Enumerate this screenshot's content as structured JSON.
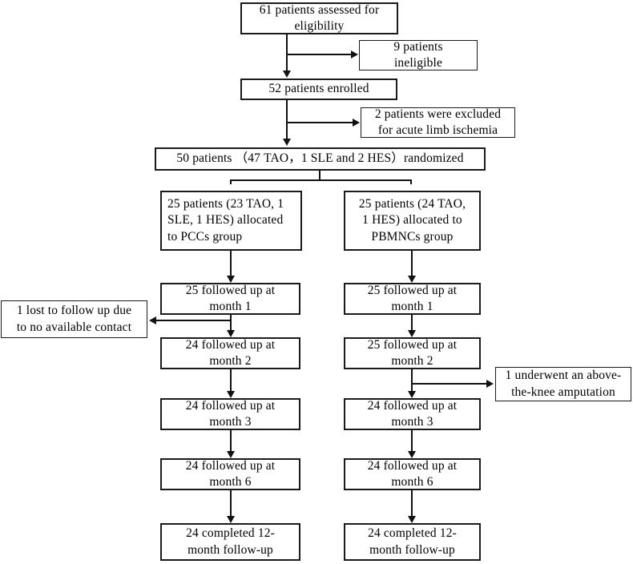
{
  "diagram": {
    "title": "CONSORT patient flow diagram",
    "type": "flowchart",
    "line_color": "#111111",
    "box_border_color": "#1a1a1a",
    "background": "#ffffff"
  },
  "nodes": {
    "assessed": "61 patients assessed  for\neligibility",
    "ineligible": "9 patients\nineligible",
    "enrolled": "52 patients enrolled",
    "excluded": "2 patients were excluded\nfor acute limb ischemia",
    "randomized": "50 patients （47 TAO，1 SLE and 2 HES）randomized",
    "alloc_left": "25 patients (23 TAO, 1\nSLE, 1 HES) allocated\nto PCCs group",
    "alloc_right": "25 patients (24 TAO,\n1 HES) allocated to\nPBMNCs group",
    "left_m1": "25 followed up at\nmonth  1",
    "left_m2": "24 followed up at\nmonth  2",
    "left_m3": "24 followed up at\nmonth  3",
    "left_m6": "24 followed up at\nmonth  6",
    "left_m12": "24 completed 12-\nmonth follow-up",
    "right_m1": "25 followed up at\nmonth 1",
    "right_m2": "25 followed up at\nmonth  2",
    "right_m3": "24 followed up at\nmonth  3",
    "right_m6": "24 followed up at\nmonth  6",
    "right_m12": "24 completed 12-\nmonth follow-up",
    "lost_followup": "1 lost to follow up due\nto  no available contact",
    "amputation": "1 underwent an above-\nthe-knee amputation"
  }
}
